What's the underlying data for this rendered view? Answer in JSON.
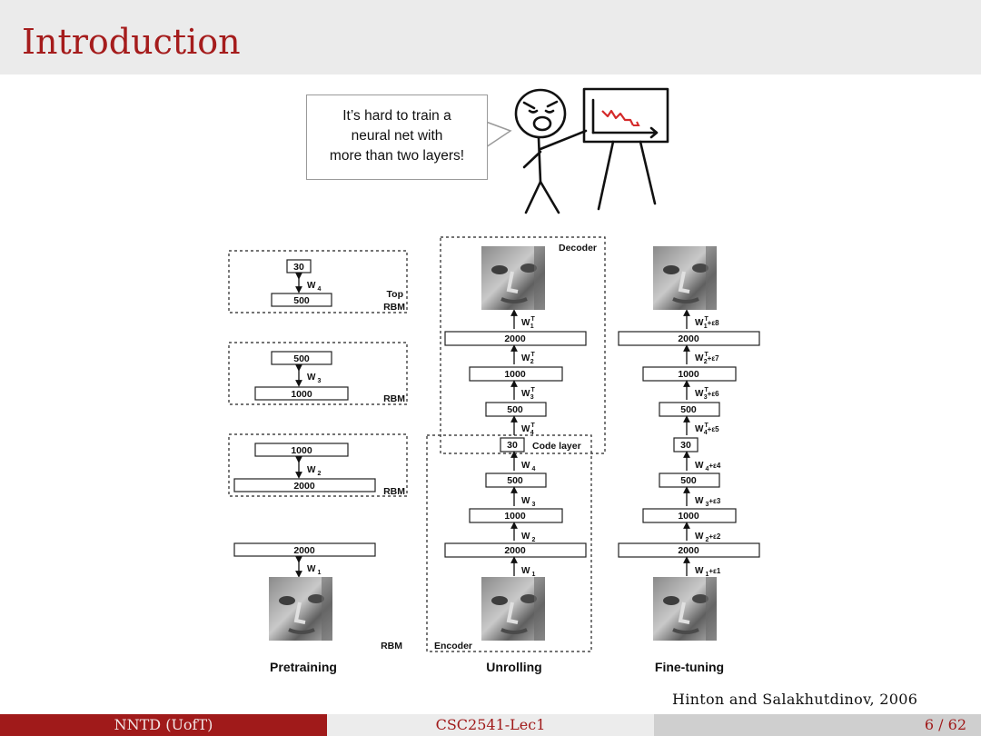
{
  "slide": {
    "title": "Introduction"
  },
  "speech_bubble": {
    "text_lines": [
      "It’s hard to train a",
      "neural net with",
      "more than two layers!"
    ]
  },
  "figure": {
    "panels": {
      "pretraining": "Pretraining",
      "unrolling": "Unrolling",
      "finetuning": "Fine-tuning"
    },
    "pretraining": {
      "rbm_tag": "RBM",
      "top_rbm_tag_line1": "Top",
      "top_rbm_tag_line2": "RBM",
      "layers": [
        "30",
        "500",
        "500",
        "1000",
        "1000",
        "2000",
        "2000"
      ],
      "weights": [
        "W",
        "W",
        "W",
        "W"
      ],
      "weight_subs": [
        "4",
        "3",
        "2",
        "1"
      ]
    },
    "unrolling": {
      "decoder": "Decoder",
      "encoder": "Encoder",
      "code_layer": "Code layer",
      "layers": [
        "2000",
        "1000",
        "500",
        "30",
        "500",
        "1000",
        "2000"
      ],
      "weight_subs": [
        "1",
        "2",
        "3",
        "4",
        "4",
        "3",
        "2",
        "1"
      ],
      "transpose_mark": "T"
    },
    "finetuning": {
      "layers": [
        "2000",
        "1000",
        "500",
        "30",
        "500",
        "1000",
        "2000"
      ],
      "weight_subs": [
        "1",
        "2",
        "3",
        "4",
        "4",
        "3",
        "2",
        "1"
      ],
      "eps_terms": [
        "+ε8",
        "+ε7",
        "+ε6",
        "+ε5",
        "+ε4",
        "+ε3",
        "+ε2",
        "+ε1"
      ],
      "transpose_mark": "T"
    }
  },
  "citation": "Hinton and Salakhutdinov, 2006",
  "footer": {
    "left": "NNTD (UofT)",
    "center": "CSC2541-Lec1",
    "right": "6 / 62"
  }
}
